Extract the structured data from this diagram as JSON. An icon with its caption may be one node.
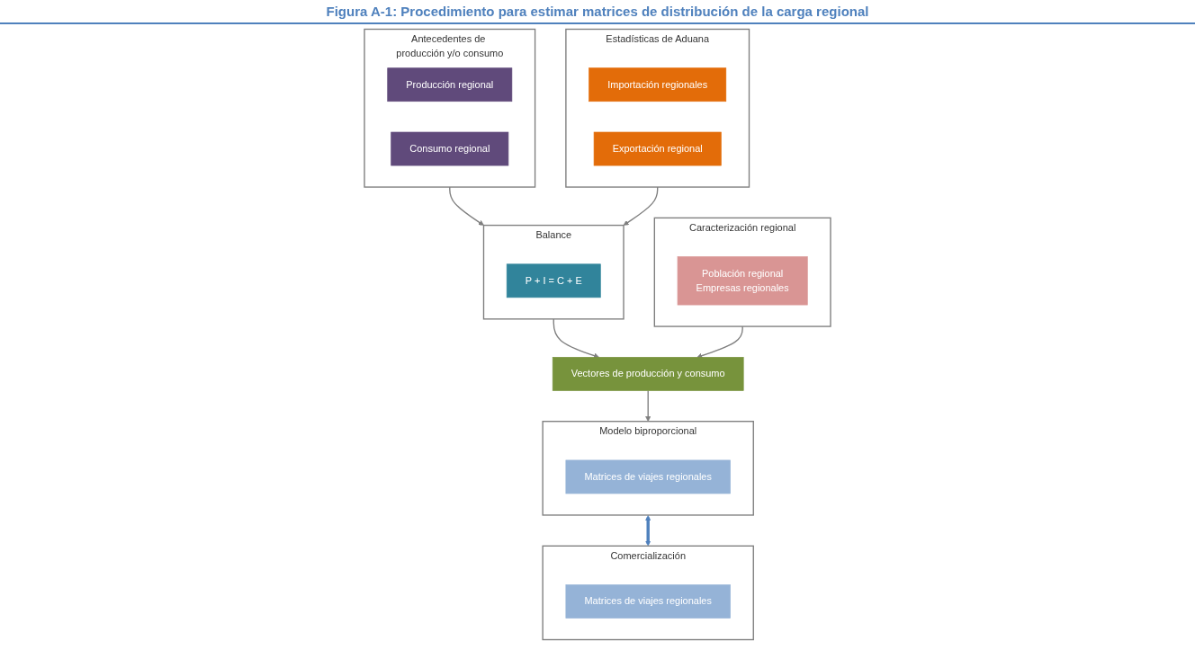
{
  "diagram": {
    "title": "Figura A-1: Procedimiento para estimar matrices de distribución de la carga regional",
    "nodes": [
      {
        "text": [
          "Antecedentes de producción y/o consumo"
        ]
      },
      {
        "text": [
          "Producción regional"
        ],
        "in": 0
      },
      {
        "text": [
          "Consumo regional"
        ],
        "in": 0
      },
      {
        "text": [
          "Estadísticas de Aduana"
        ]
      },
      {
        "text": [
          "Importación regionales"
        ],
        "in": 3
      },
      {
        "text": [
          "Exportación regional"
        ],
        "in": 3
      },
      {
        "text": [
          "Balance"
        ]
      },
      {
        "text": [
          "P + I = C + E"
        ],
        "in": 6
      },
      {
        "text": [
          "Caracterización regional"
        ]
      },
      {
        "text": [
          "Población regional",
          "Empresas regionales"
        ],
        "in": 8
      },
      {
        "text": [
          "Vectores de producción y consumo"
        ]
      },
      {
        "text": [
          "Modelo biproporcional"
        ]
      },
      {
        "text": [
          "Matrices de viajes regionales"
        ],
        "in": 11
      },
      {
        "text": [
          "Comercialización"
        ]
      },
      {
        "text": [
          "Matrices de viajes regionales"
        ],
        "in": 13
      }
    ],
    "edges": [
      {
        "from": 0,
        "to": 6,
        "arrow": "to"
      },
      {
        "from": 3,
        "to": 6,
        "arrow": "to"
      },
      {
        "from": 6,
        "to": 10,
        "arrow": "to"
      },
      {
        "from": 8,
        "to": 10,
        "arrow": "to"
      },
      {
        "from": 10,
        "to": 11,
        "arrow": "to"
      },
      {
        "from": 11,
        "to": 13,
        "arrow": "both",
        "style": "thick",
        "color": "#4f81bd"
      }
    ]
  }
}
